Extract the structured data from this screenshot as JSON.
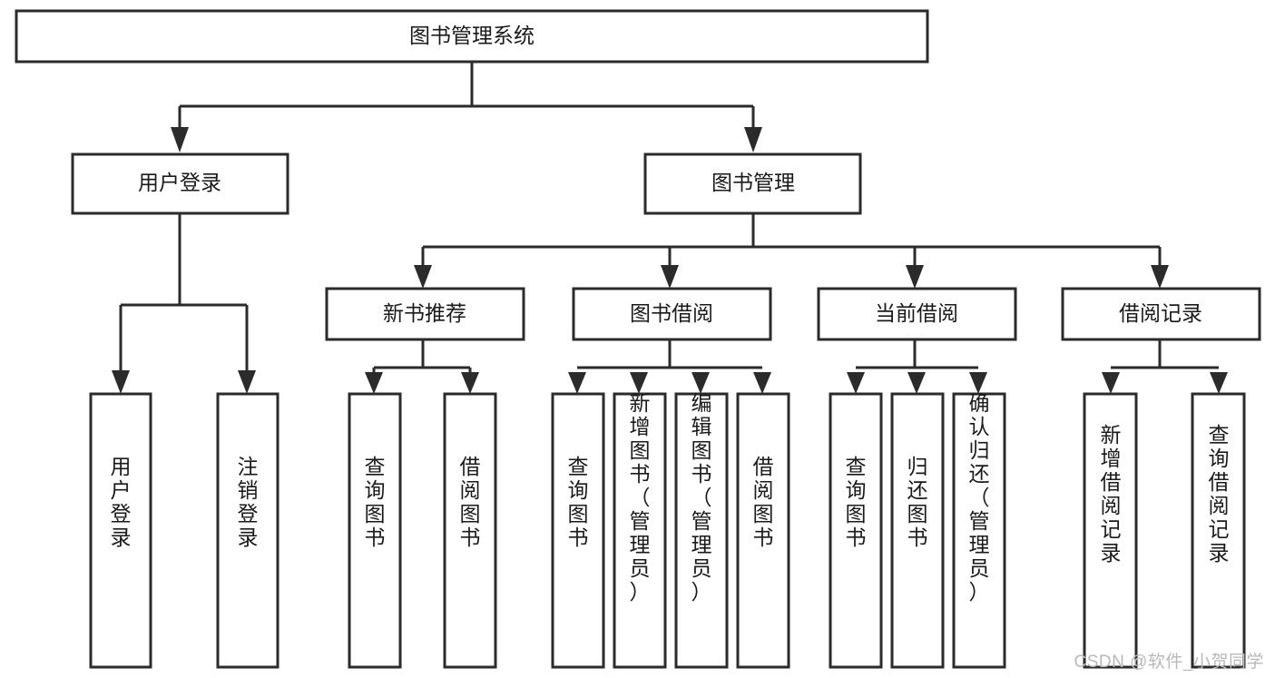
{
  "diagram": {
    "type": "tree-hierarchy-chart",
    "title": "图书管理系统",
    "watermark": "CSDN @软件_小贺同学",
    "colors": {
      "background": "#ffffff",
      "box_stroke": "#2b2b2b",
      "box_fill": "#ffffff",
      "text": "#1a1a1a",
      "watermark": "#b9b9b9"
    },
    "levels": {
      "level1": [
        {
          "id": "root",
          "label": "图书管理系统"
        }
      ],
      "level2": [
        {
          "id": "user-login",
          "label": "用户登录",
          "parent": "root"
        },
        {
          "id": "book-manage",
          "label": "图书管理",
          "parent": "root"
        }
      ],
      "level3": [
        {
          "id": "new-book-recommend",
          "label": "新书推荐",
          "parent": "book-manage"
        },
        {
          "id": "book-borrow",
          "label": "图书借阅",
          "parent": "book-manage"
        },
        {
          "id": "current-borrow",
          "label": "当前借阅",
          "parent": "book-manage"
        },
        {
          "id": "borrow-record",
          "label": "借阅记录",
          "parent": "book-manage"
        }
      ],
      "level4": [
        {
          "id": "leaf-user-login",
          "label": "用户登录",
          "parent": "user-login"
        },
        {
          "id": "leaf-logout",
          "label": "注销登录",
          "parent": "user-login"
        },
        {
          "id": "leaf-query-book-1",
          "label": "查询图书",
          "parent": "new-book-recommend"
        },
        {
          "id": "leaf-borrow-book-1",
          "label": "借阅图书",
          "parent": "new-book-recommend"
        },
        {
          "id": "leaf-query-book-2",
          "label": "查询图书",
          "parent": "book-borrow"
        },
        {
          "id": "leaf-add-book",
          "label": "新增图书（管理员）",
          "parent": "book-borrow"
        },
        {
          "id": "leaf-edit-book",
          "label": "编辑图书（管理员）",
          "parent": "book-borrow"
        },
        {
          "id": "leaf-borrow-book-2",
          "label": "借阅图书",
          "parent": "book-borrow"
        },
        {
          "id": "leaf-query-book-3",
          "label": "查询图书",
          "parent": "current-borrow"
        },
        {
          "id": "leaf-return-book",
          "label": "归还图书",
          "parent": "current-borrow"
        },
        {
          "id": "leaf-confirm-return",
          "label": "确认归还（管理员）",
          "parent": "current-borrow"
        },
        {
          "id": "leaf-add-record",
          "label": "新增借阅记录",
          "parent": "borrow-record"
        },
        {
          "id": "leaf-query-record",
          "label": "查询借阅记录",
          "parent": "borrow-record"
        }
      ]
    }
  }
}
